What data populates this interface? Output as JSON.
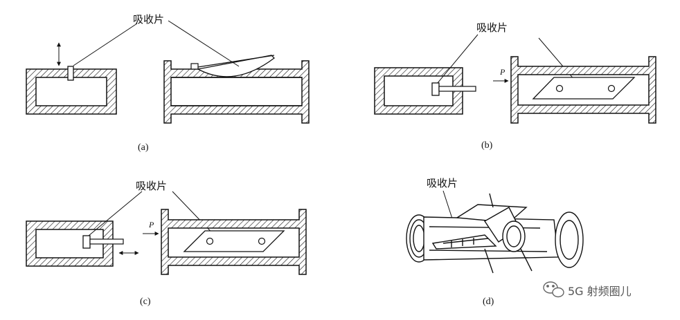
{
  "labels": {
    "absorber": "吸收片"
  },
  "panels": [
    {
      "caption": "(a)"
    },
    {
      "caption": "(b)"
    },
    {
      "caption": "(c)"
    },
    {
      "caption": "(d)"
    }
  ],
  "symbols": {
    "power": "P"
  },
  "watermark": {
    "text": "5G 射频圈儿"
  },
  "colors": {
    "line": "#111111",
    "background": "#ffffff"
  }
}
